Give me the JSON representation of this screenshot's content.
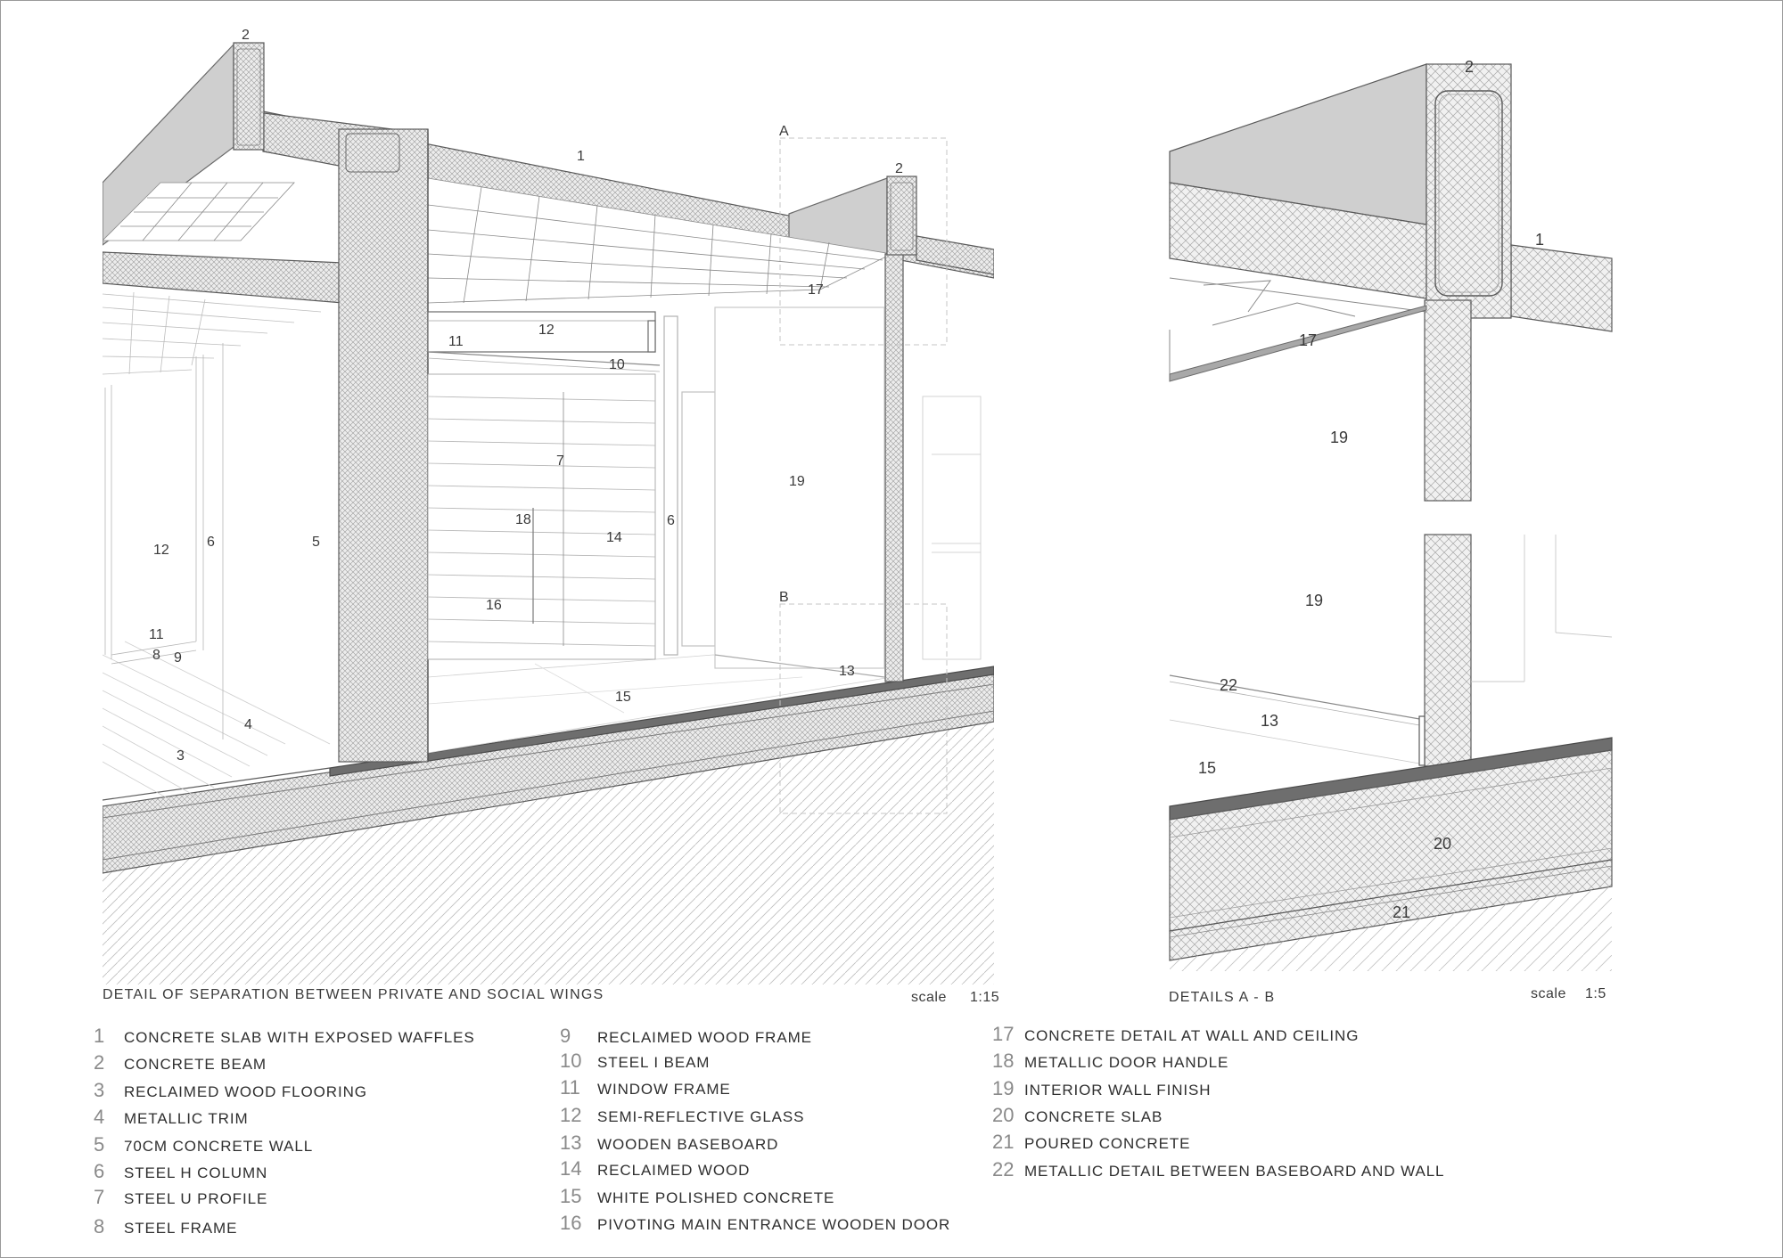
{
  "captions": {
    "main_title": "DETAIL OF SEPARATION BETWEEN PRIVATE AND SOCIAL WINGS",
    "main_scale_label": "scale",
    "main_scale_value": "1:15",
    "detail_title": "DETAILS A - B",
    "detail_scale_label": "scale",
    "detail_scale_value": "1:5"
  },
  "section_markers": {
    "a": "A",
    "b": "B"
  },
  "legend": [
    {
      "num": "1",
      "text": "CONCRETE SLAB WITH EXPOSED WAFFLES"
    },
    {
      "num": "2",
      "text": "CONCRETE BEAM"
    },
    {
      "num": "3",
      "text": "RECLAIMED WOOD FLOORING"
    },
    {
      "num": "4",
      "text": "METALLIC TRIM"
    },
    {
      "num": "5",
      "text": "70CM CONCRETE WALL"
    },
    {
      "num": "6",
      "text": "STEEL H COLUMN"
    },
    {
      "num": "7",
      "text": "STEEL U PROFILE"
    },
    {
      "num": "8",
      "text": "STEEL FRAME"
    },
    {
      "num": "9",
      "text": "RECLAIMED WOOD FRAME"
    },
    {
      "num": "10",
      "text": "STEEL I BEAM"
    },
    {
      "num": "11",
      "text": "WINDOW FRAME"
    },
    {
      "num": "12",
      "text": "SEMI-REFLECTIVE GLASS"
    },
    {
      "num": "13",
      "text": "WOODEN BASEBOARD"
    },
    {
      "num": "14",
      "text": "RECLAIMED WOOD"
    },
    {
      "num": "15",
      "text": "WHITE POLISHED CONCRETE"
    },
    {
      "num": "16",
      "text": "PIVOTING MAIN ENTRANCE WOODEN DOOR"
    },
    {
      "num": "17",
      "text": "CONCRETE DETAIL AT WALL AND CEILING"
    },
    {
      "num": "18",
      "text": "METALLIC DOOR HANDLE"
    },
    {
      "num": "19",
      "text": "INTERIOR WALL FINISH"
    },
    {
      "num": "20",
      "text": "CONCRETE SLAB"
    },
    {
      "num": "21",
      "text": "POURED CONCRETE"
    },
    {
      "num": "22",
      "text": "METALLIC DETAIL BETWEEN BASEBOARD AND WALL"
    }
  ],
  "callouts_main": [
    "2",
    "1",
    "2",
    "17",
    "11",
    "12",
    "10",
    "7",
    "19",
    "18",
    "14",
    "6",
    "12",
    "6",
    "5",
    "16",
    "11",
    "8",
    "9",
    "13",
    "15",
    "4",
    "3"
  ],
  "callouts_detail": [
    "2",
    "1",
    "17",
    "19",
    "19",
    "22",
    "13",
    "15",
    "20",
    "21"
  ],
  "colors": {
    "line": "#5a5a5a",
    "light_line": "#b5b5b5",
    "dashed_box": "#c4c4c4",
    "slab_top_gray": "#cfcfcf",
    "trim_dark": "#6e6e6e"
  }
}
